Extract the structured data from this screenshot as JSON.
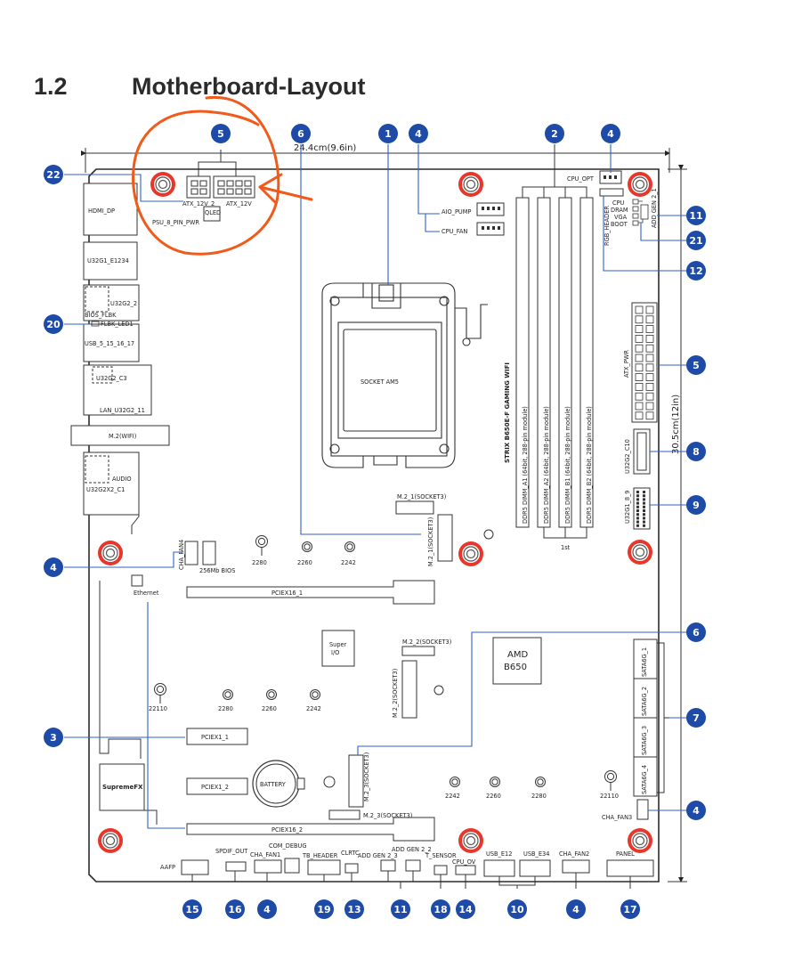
{
  "heading": {
    "number": "1.2",
    "title": "Motherboard-Layout"
  },
  "dimensions": {
    "width": "24.4cm(9.6in)",
    "height": "30.5cm(12in)"
  },
  "socket": "SOCKET AM5",
  "board_name": "STRIX B650E-F GAMING WIFI",
  "chipset": {
    "line1": "AMD",
    "line2": "B650"
  },
  "super_io": {
    "line1": "Super",
    "line2": "I/O"
  },
  "supremefx": "SupremeFX",
  "battery": "BATTERY",
  "first_mark": "1st",
  "connectors": {
    "atx_12v_2": "ATX_12V_2",
    "atx_12v": "ATX_12V",
    "psu_8pin": "PSU_8_PIN_PWR",
    "q_led": "QLED",
    "cpu_opt": "CPU_OPT",
    "aio_pump": "AIO_PUMP",
    "cpu_fan": "CPU_FAN",
    "rgb_header": "RGB_HEADER",
    "cpu_q": "CPU",
    "dram_q": "DRAM",
    "vga_q": "VGA",
    "boot_q": "BOOT",
    "addgen_2_1": "ADD GEN 2_1",
    "atx_pwr": "ATX_PWR",
    "u32g2_c10": "U32G2_C10",
    "u32g1_89": "U32G1_8_9",
    "hdmi_dp": "HDMI_DP",
    "u32g1_e1234": "U32G1_E1234",
    "u32g2_2": "U32G2_2",
    "bios_flbk": "BIOS_FLBK",
    "flbk_led": "FLBK_LED1",
    "usb_5_15": "USB_5_15_16_17",
    "u32g2_c3": "U32G2_C3",
    "lan_u32g2_11": "LAN_U32G2_11",
    "m2_wifi": "M.2(WIFI)",
    "audio": "AUDIO",
    "u32g2x2_c1": "U32G2X2_C1",
    "m2_1": "M.2_1(SOCKET3)",
    "m2_1_short": "M.2_1(SOCKET3)",
    "m2_2": "M.2_2(SOCKET3)",
    "m2_3": "M.2_3(SOCKET3)",
    "m2_3_vert": "M.2_3(SOCKET3)",
    "m2_2_vert": "M.2_2(SOCKET3)",
    "cha_fan4": "CHA_FAN4",
    "rgb_bios": "256Mb BIOS",
    "pciex16_1": "PCIEX16_1",
    "pciex16_2": "PCIEX16_2",
    "pciex1_1": "PCIEX1_1",
    "pciex1_2": "PCIEX1_2",
    "ethernet": "Ethernet",
    "sata_1": "SATA6G_1",
    "sata_2": "SATA6G_2",
    "sata_3": "SATA6G_3",
    "sata_4": "SATA6G_4",
    "cha_fan3": "CHA_FAN3",
    "aafp": "AAFP",
    "spdif": "SPDIF_OUT",
    "cha_fan1": "CHA_FAN1",
    "com_debug": "COM_DEBUG",
    "tb_header": "TB_HEADER",
    "clrtc": "CLRTC",
    "addgen_2_3": "ADD GEN 2_3",
    "addgen_2_2": "ADD GEN 2_2",
    "t_sensor": "T_SENSOR",
    "cpu_ov": "CPU_OV",
    "usb_e12": "USB_E12",
    "usb_e34": "USB_E34",
    "cha_fan2": "CHA_FAN2",
    "panel": "PANEL"
  },
  "dimms": [
    "DDR5 DIMM_A1 (64bit, 288-pin module)",
    "DDR5 DIMM_A2 (64bit, 288-pin module)",
    "DDR5 DIMM_B1 (64bit, 288-pin module)",
    "DDR5 DIMM_B2 (64bit, 288-pin module)"
  ],
  "m2_sizes": {
    "row1": [
      "2280",
      "2260",
      "2242"
    ],
    "row2": [
      "22110",
      "2280",
      "2260",
      "2242"
    ],
    "row3": [
      "2242",
      "2260",
      "2280",
      "22110"
    ]
  },
  "callouts": {
    "c22": "22",
    "c5a": "5",
    "c6a": "6",
    "c1": "1",
    "c4a": "4",
    "c2": "2",
    "c4b": "4",
    "c11a": "11",
    "c21": "21",
    "c12": "12",
    "c20": "20",
    "c5b": "5",
    "c8": "8",
    "c9": "9",
    "c4c": "4",
    "c6b": "6",
    "c7": "7",
    "c3": "3",
    "c4d": "4",
    "c15": "15",
    "c16": "16",
    "c4e": "4",
    "c19": "19",
    "c13": "13",
    "c11b": "11",
    "c18": "18",
    "c14": "14",
    "c10": "10",
    "c4f": "4",
    "c17": "17"
  },
  "colors": {
    "badge": "#1e4aa8",
    "leader": "#2e62c8",
    "annotation": "#f05a1a",
    "mount_ring": "#e8362a",
    "board_line": "#2b2b2b"
  }
}
